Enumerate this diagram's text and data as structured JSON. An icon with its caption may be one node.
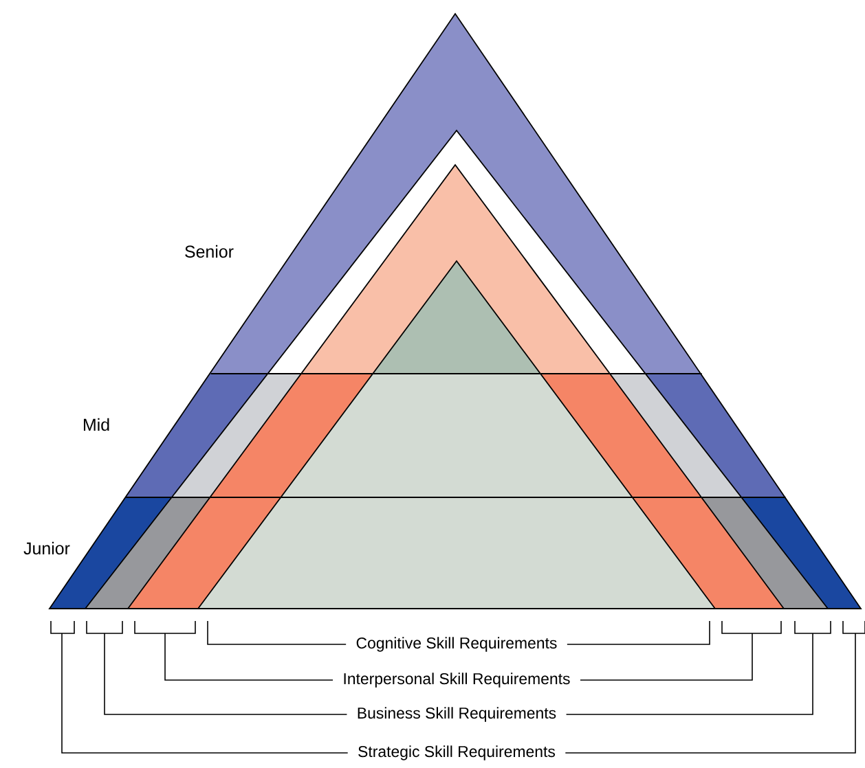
{
  "diagram": {
    "nodes": [
      {
        "text": [],
        "shape": "triangle"
      },
      {
        "text": [],
        "shape": "triangle",
        "in": 0
      },
      {
        "text": [],
        "shape": "triangle",
        "in": 1
      },
      {
        "text": [],
        "shape": "triangle",
        "in": 2
      },
      {
        "text": [
          "Cognitive Skill Requirements"
        ]
      },
      {
        "text": [
          "Interpersonal Skill Requirements"
        ]
      },
      {
        "text": [
          "Business Skill Requirements"
        ]
      },
      {
        "text": [
          "Strategic Skill Requirements"
        ]
      }
    ],
    "edges": [
      {
        "from": 4,
        "to": 3,
        "arrow": "none"
      },
      {
        "from": 4,
        "to": 3,
        "arrow": "none"
      },
      {
        "from": 5,
        "to": 2,
        "arrow": "none"
      },
      {
        "from": 5,
        "to": 2,
        "arrow": "none"
      },
      {
        "from": 6,
        "to": 1,
        "arrow": "none"
      },
      {
        "from": 6,
        "to": 1,
        "arrow": "none"
      },
      {
        "from": 7,
        "to": 0,
        "arrow": "none"
      },
      {
        "from": 7,
        "to": 0,
        "arrow": "none"
      }
    ],
    "labels": [
      "Senior",
      "Mid",
      "Junior"
    ]
  }
}
